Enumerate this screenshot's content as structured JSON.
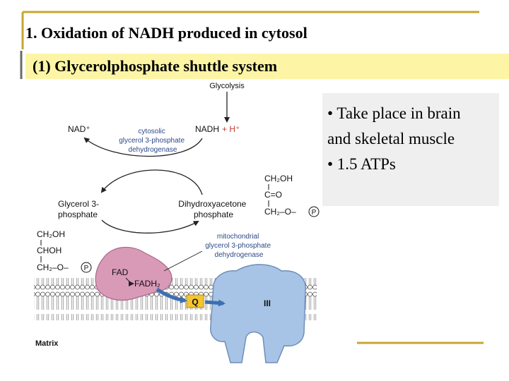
{
  "slide": {
    "title": "1. Oxidation of NADH produced in cytosol",
    "subtitle": "(1)  Glycerolphosphate shuttle system",
    "bullets": [
      "• Take place in brain",
      "and skeletal muscle",
      "• 1.5 ATPs"
    ]
  },
  "diagram": {
    "glycolysis": "Glycolysis",
    "nad_plus": "NAD⁺",
    "nadh": "NADH",
    "h_plus": "+ H⁺",
    "cytosolic_enzyme": [
      "cytosolic",
      "glycerol 3-phosphate",
      "dehydrogenase"
    ],
    "glycerol_3_phosphate": [
      "Glycerol 3-",
      "phosphate"
    ],
    "dhap": [
      "Dihydroxyacetone",
      "phosphate"
    ],
    "dhap_formula": [
      "CH₂OH",
      "C=O",
      "CH₂–O–"
    ],
    "g3p_formula": [
      "CH₂OH",
      "CHOH",
      "CH₂–O–"
    ],
    "phosphate_symbol": "P",
    "mito_enzyme": [
      "mitochondrial",
      "glycerol 3-phosphate",
      "dehydrogenase"
    ],
    "fad": "FAD",
    "fadh2": "FADH₂",
    "q": "Q",
    "complex": "III",
    "matrix": "Matrix"
  },
  "colors": {
    "subtitle_band": "#fdf5a5",
    "frame_line": "#c8a530",
    "bullet_box": "#efefef",
    "h_plus": "#c0392b",
    "enzyme_text": "#2c4a8a",
    "complex_fill": "#a7c4e6",
    "mito_enzyme_fill": "#d99ab8",
    "q_fill": "#f2c531"
  }
}
